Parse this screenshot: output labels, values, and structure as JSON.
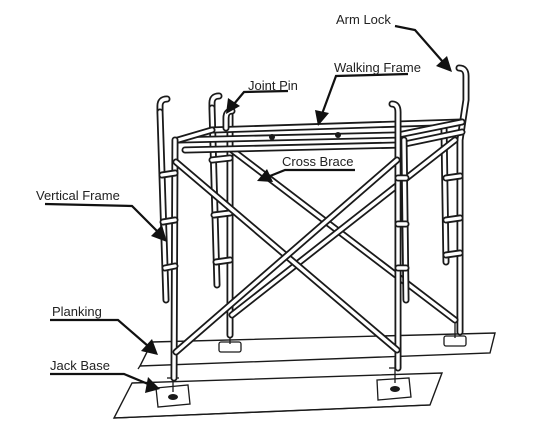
{
  "labels": {
    "arm_lock": "Arm Lock",
    "walking_frame": "Walking Frame",
    "joint_pin": "Joint Pin",
    "cross_brace": "Cross Brace",
    "vertical_frame": "Vertical Frame",
    "planking": "Planking",
    "jack_base": "Jack Base"
  }
}
